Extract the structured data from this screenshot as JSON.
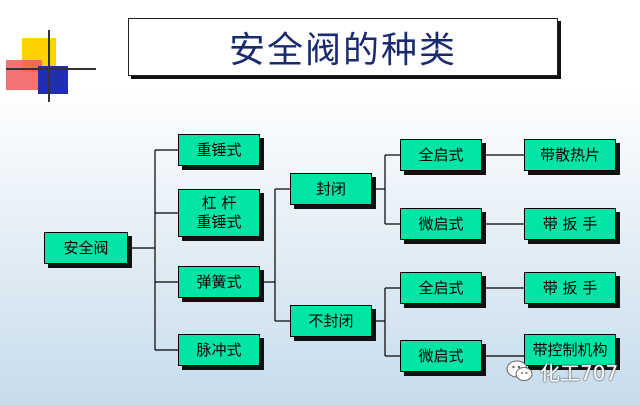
{
  "title": "安全阀的种类",
  "nodes": {
    "root": "安全阀",
    "weight": "重锤式",
    "lever": "杠   杆\n重锤式",
    "spring": "弹簧式",
    "pulse": "脉冲式",
    "sealed": "封闭",
    "unsealed": "不封闭",
    "full_lift_1": "全启式",
    "micro_lift_1": "微启式",
    "full_lift_2": "全启式",
    "micro_lift_2": "微启式",
    "with_fin": "带散热片",
    "with_wrench_1": "带 扳 手",
    "with_wrench_2": "带 扳 手",
    "with_control": "带控制机构"
  },
  "watermark": "化工707",
  "colors": {
    "node": "#00e5a6",
    "title": "#1a2a6e",
    "line": "#000000"
  }
}
